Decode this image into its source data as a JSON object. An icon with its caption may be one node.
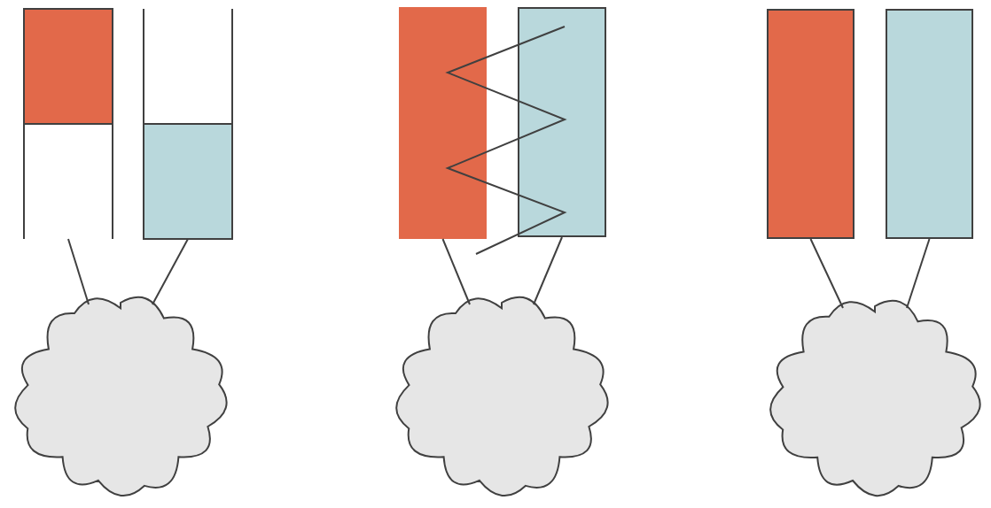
{
  "diagram": {
    "nodes": [
      {
        "text": [],
        "shape": "bar"
      },
      {
        "text": [],
        "shape": "bar"
      },
      {
        "text": [],
        "shape": "cloud"
      },
      {
        "text": [],
        "shape": "bar"
      },
      {
        "text": [],
        "shape": "bar"
      },
      {
        "text": [],
        "shape": "cloud"
      },
      {
        "text": [],
        "shape": "bar"
      },
      {
        "text": [],
        "shape": "bar"
      },
      {
        "text": [],
        "shape": "cloud"
      }
    ],
    "edges": [
      {
        "from": 0,
        "to": 2,
        "arrow": "none"
      },
      {
        "from": 1,
        "to": 2,
        "arrow": "none"
      },
      {
        "from": 3,
        "to": 5,
        "arrow": "none"
      },
      {
        "from": 4,
        "to": 5,
        "arrow": "none"
      },
      {
        "from": 6,
        "to": 8,
        "arrow": "none"
      },
      {
        "from": 7,
        "to": 8,
        "arrow": "none"
      }
    ]
  }
}
